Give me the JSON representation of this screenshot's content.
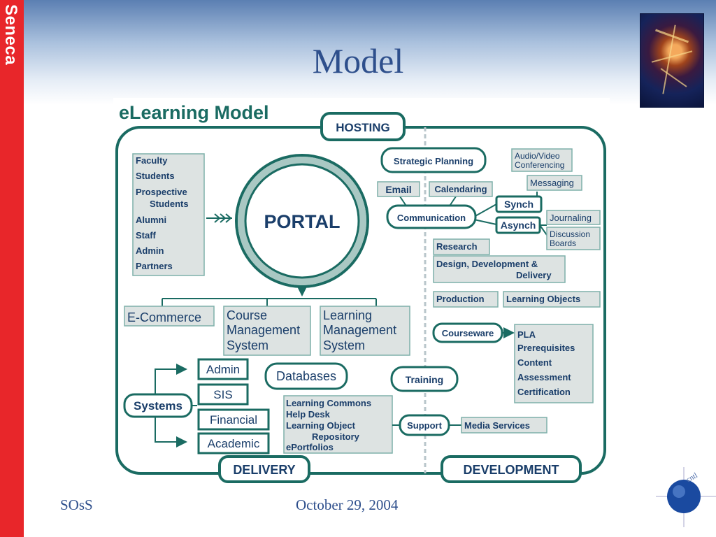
{
  "slide": {
    "brand": "Seneca",
    "title": "Model",
    "footer_left": "SOsS",
    "footer_center": "October 29, 2004",
    "globe_label": "cntl"
  },
  "diagram": {
    "title": "eLearning Model",
    "hosting": "HOSTING",
    "delivery": "DELIVERY",
    "development": "DEVELOPMENT",
    "portal": "PORTAL",
    "users": [
      "Faculty",
      "Students",
      "Prospective",
      "Students",
      "Alumni",
      "Staff",
      "Admin",
      "Partners"
    ],
    "ecommerce": "E-Commerce",
    "cms": [
      "Course",
      "Management",
      "System"
    ],
    "lms": [
      "Learning",
      "Management",
      "System"
    ],
    "systems": "Systems",
    "system_items": [
      "Admin",
      "SIS",
      "Financial",
      "Academic"
    ],
    "databases": "Databases",
    "training": "Training",
    "support": "Support",
    "support_items": [
      "Learning Commons",
      "Help Desk",
      "Learning Object",
      "Repository",
      "ePortfolios"
    ],
    "media_services": "Media Services",
    "strategic_planning": "Strategic Planning",
    "email": "Email",
    "calendaring": "Calendaring",
    "communication": "Communication",
    "synch": "Synch",
    "asynch": "Asynch",
    "av_conferencing": [
      "Audio/Video",
      "Conferencing"
    ],
    "messaging": "Messaging",
    "journaling": "Journaling",
    "discussion_boards": [
      "Discussion",
      "Boards"
    ],
    "research": "Research",
    "design_dev": [
      "Design, Development &",
      "Delivery"
    ],
    "production": "Production",
    "learning_objects": "Learning Objects",
    "courseware": "Courseware",
    "courseware_items": [
      "PLA",
      "Prerequisites",
      "Content",
      "Assessment",
      "Certification"
    ]
  },
  "colors": {
    "sidebar": "#e8262a",
    "title": "#2e4f8c",
    "diagram_line": "#1a6b62",
    "box_fill": "#dde3e2"
  }
}
